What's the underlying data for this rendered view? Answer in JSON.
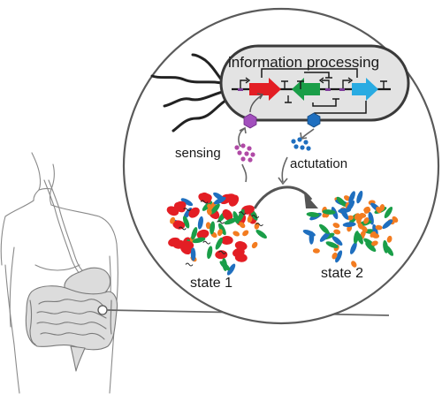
{
  "labels": {
    "information_processing": "information processing",
    "sensing": "sensing",
    "actuation": "actutation",
    "state_1": "state 1",
    "state_2": "state 2"
  },
  "colors": {
    "red": "#e31e24",
    "green": "#1a9e48",
    "blue": "#1f6fbf",
    "orange": "#f37c20",
    "cyan": "#29abe2",
    "purple": "#a24fbd",
    "magenta": "#b04aa6",
    "outline": "#555555",
    "cell_fill": "#e3e3e3"
  },
  "icons": [
    "human-body-icon",
    "intestine-icon",
    "bacterium-icon",
    "promoter-icon",
    "terminator-icon",
    "sensor-protein-icon",
    "actuator-protein-icon",
    "signal-molecule-icon"
  ]
}
